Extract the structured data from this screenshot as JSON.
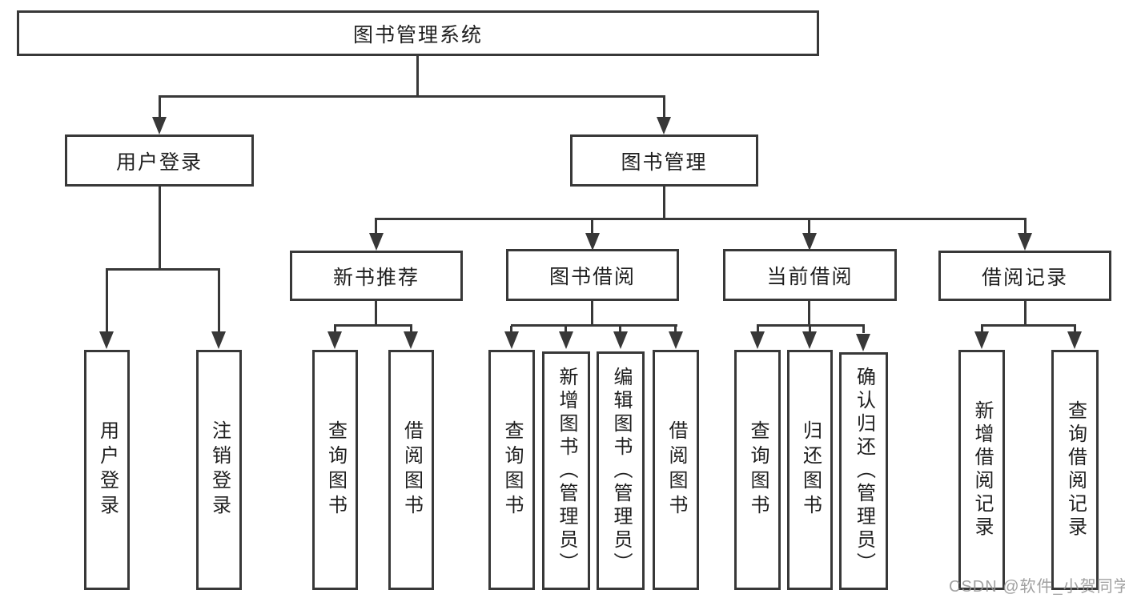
{
  "diagram": {
    "title": "图书管理系统",
    "root": {
      "label": "图书管理系统"
    },
    "level2": {
      "user_login": {
        "label": "用户登录"
      },
      "book_mgmt": {
        "label": "图书管理"
      }
    },
    "level3": {
      "new_book_rec": {
        "label": "新书推荐"
      },
      "book_borrow": {
        "label": "图书借阅"
      },
      "current_borrow": {
        "label": "当前借阅"
      },
      "borrow_records": {
        "label": "借阅记录"
      }
    },
    "leaves": {
      "user_login_leaf": {
        "label": "用户登录",
        "parent": "用户登录"
      },
      "logout_leaf": {
        "label": "注销登录",
        "parent": "用户登录"
      },
      "query_books_rec": {
        "label": "查询图书",
        "parent": "新书推荐"
      },
      "borrow_books_rec": {
        "label": "借阅图书",
        "parent": "新书推荐"
      },
      "query_books_borrow": {
        "label": "查询图书",
        "parent": "图书借阅"
      },
      "add_book_admin": {
        "label": "新增图书（管理员）",
        "parent": "图书借阅"
      },
      "edit_book_admin": {
        "label": "编辑图书（管理员）",
        "parent": "图书借阅"
      },
      "borrow_books_borrow": {
        "label": "借阅图书",
        "parent": "图书借阅"
      },
      "query_books_current": {
        "label": "查询图书",
        "parent": "当前借阅"
      },
      "return_books": {
        "label": "归还图书",
        "parent": "当前借阅"
      },
      "confirm_return_admin": {
        "label": "确认归还（管理员）",
        "parent": "当前借阅"
      },
      "add_borrow_record": {
        "label": "新增借阅记录",
        "parent": "借阅记录"
      },
      "query_borrow_record": {
        "label": "查询借阅记录",
        "parent": "借阅记录"
      }
    }
  },
  "watermark": {
    "text": "CSDN @软件_小贺同学"
  },
  "colors": {
    "line": "#383838",
    "text": "#1f1f1f",
    "background": "#ffffff",
    "watermark": "#949494"
  }
}
